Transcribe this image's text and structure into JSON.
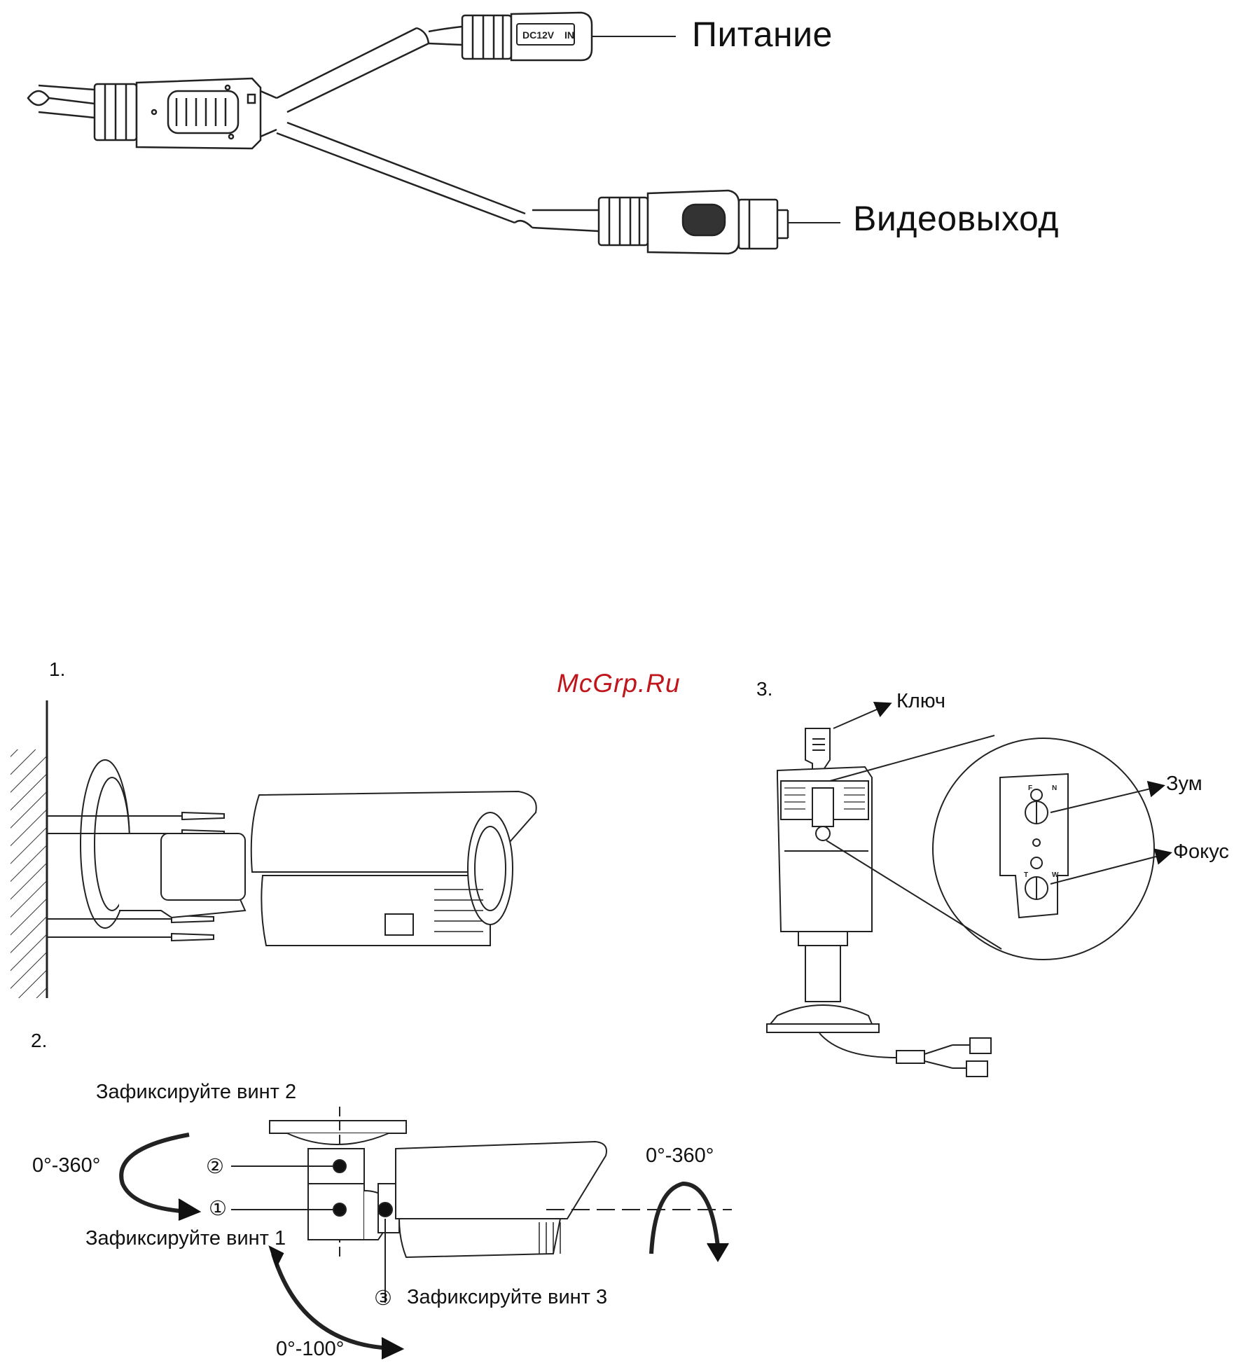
{
  "connector": {
    "power_label": "Питание",
    "video_label": "Видеовыход",
    "plug_marking": "DC12V",
    "plug_marking_in": "IN"
  },
  "watermark": "McGrp.Ru",
  "steps": {
    "step1": {
      "number": "1."
    },
    "step2": {
      "number": "2.",
      "fix_screw_2": "Зафиксируйте винт 2",
      "fix_screw_1": "Зафиксируйте винт 1",
      "fix_screw_3": "Зафиксируйте винт 3",
      "angle_left": "0°-360°",
      "angle_right": "0°-360°",
      "angle_bottom": "0°-100°",
      "marker_1": "①",
      "marker_2": "②",
      "marker_3": "③"
    },
    "step3": {
      "number": "3.",
      "key_label": "Ключ",
      "zoom_label": "Зум",
      "focus_label": "Фокус",
      "detail_f": "F",
      "detail_n": "N",
      "detail_t": "T",
      "detail_w": "W"
    }
  }
}
